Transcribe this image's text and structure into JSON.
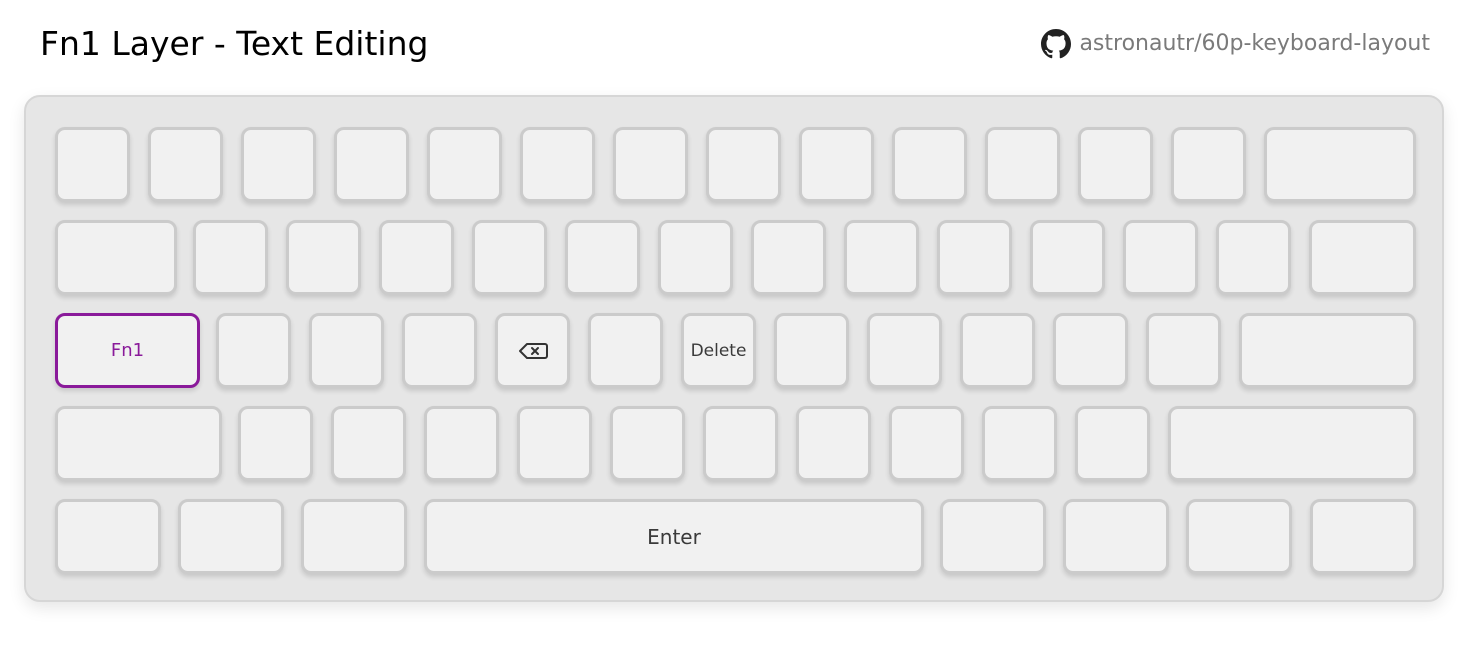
{
  "header": {
    "title": "Fn1 Layer - Text Editing",
    "repo_link": "astronautr/60p-keyboard-layout",
    "repo_icon": "github-icon"
  },
  "colors": {
    "board_background": "#e6e6e6",
    "key_background": "#f1f1f1",
    "key_border": "#cbcbcb",
    "active_layer": "#8a1a9a",
    "repo_text": "#7a7a7a"
  },
  "keyboard": {
    "rows": [
      {
        "keys": [
          {
            "label": ""
          },
          {
            "label": ""
          },
          {
            "label": ""
          },
          {
            "label": ""
          },
          {
            "label": ""
          },
          {
            "label": ""
          },
          {
            "label": ""
          },
          {
            "label": ""
          },
          {
            "label": ""
          },
          {
            "label": ""
          },
          {
            "label": ""
          },
          {
            "label": ""
          },
          {
            "label": ""
          },
          {
            "label": ""
          }
        ]
      },
      {
        "keys": [
          {
            "label": ""
          },
          {
            "label": ""
          },
          {
            "label": ""
          },
          {
            "label": ""
          },
          {
            "label": ""
          },
          {
            "label": ""
          },
          {
            "label": ""
          },
          {
            "label": ""
          },
          {
            "label": ""
          },
          {
            "label": ""
          },
          {
            "label": ""
          },
          {
            "label": ""
          },
          {
            "label": ""
          },
          {
            "label": ""
          }
        ]
      },
      {
        "keys": [
          {
            "label": "Fn1",
            "active": true
          },
          {
            "label": ""
          },
          {
            "label": ""
          },
          {
            "label": ""
          },
          {
            "label": "",
            "icon": "backspace-icon"
          },
          {
            "label": ""
          },
          {
            "label": "Delete"
          },
          {
            "label": ""
          },
          {
            "label": ""
          },
          {
            "label": ""
          },
          {
            "label": ""
          },
          {
            "label": ""
          },
          {
            "label": ""
          }
        ]
      },
      {
        "keys": [
          {
            "label": ""
          },
          {
            "label": ""
          },
          {
            "label": ""
          },
          {
            "label": ""
          },
          {
            "label": ""
          },
          {
            "label": ""
          },
          {
            "label": ""
          },
          {
            "label": ""
          },
          {
            "label": ""
          },
          {
            "label": ""
          },
          {
            "label": ""
          },
          {
            "label": ""
          }
        ]
      },
      {
        "keys": [
          {
            "label": ""
          },
          {
            "label": ""
          },
          {
            "label": ""
          },
          {
            "label": "Enter"
          },
          {
            "label": ""
          },
          {
            "label": ""
          },
          {
            "label": ""
          },
          {
            "label": ""
          }
        ]
      }
    ]
  }
}
